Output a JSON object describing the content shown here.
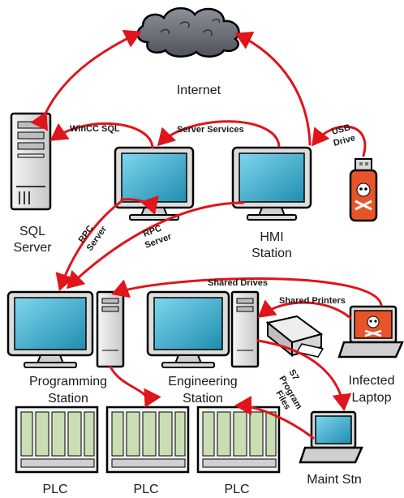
{
  "nodes": {
    "internet": "Internet",
    "sql_server": [
      "SQL",
      "Server"
    ],
    "hmi_station": [
      "HMI",
      "Station"
    ],
    "programming_station": [
      "Programming",
      "Station"
    ],
    "engineering_station": [
      "Engineering",
      "Station"
    ],
    "infected_laptop": [
      "Infected",
      "Laptop"
    ],
    "maint_stn": "Maint Stn",
    "plc": [
      "PLC",
      "PLC",
      "PLC"
    ]
  },
  "edges": {
    "wincc_sql": "WinCC SQL",
    "server_services": "Server Services",
    "usb_drive": [
      "USB",
      "Drive"
    ],
    "rpc_server_1": [
      "RPC",
      "Server"
    ],
    "rpc_server_2": [
      "RPC",
      "Server"
    ],
    "shared_drives": "Shared Drives",
    "shared_printers": "Shared Printers",
    "s7_program_files": [
      "S7",
      "Program",
      "Files"
    ]
  },
  "colors": {
    "edge": "#e0141b",
    "screen": "#2aa7c9",
    "cloud": "#6b7078",
    "usb": "#e8542a",
    "plc_module": "#c9dfb3"
  }
}
